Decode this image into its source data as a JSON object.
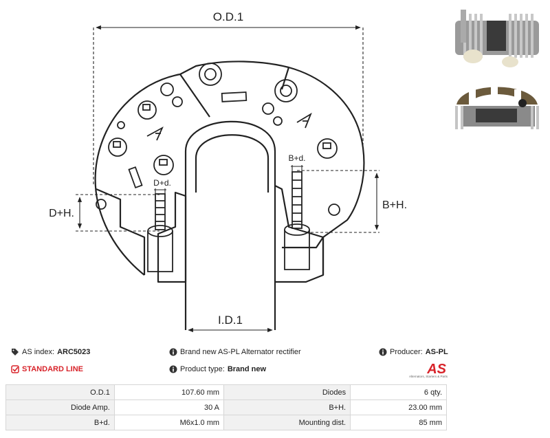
{
  "drawing": {
    "od_label": "O.D.1",
    "id_label": "I.D.1",
    "dh_label": "D+H.",
    "bh_label": "B+H.",
    "dd_label": "D+d.",
    "bd_label": "B+d."
  },
  "info": {
    "as_index_label": "AS index:",
    "as_index_value": "ARC5023",
    "line": "STANDARD LINE",
    "description": "Brand new AS-PL Alternator rectifier",
    "product_type_label": "Product type:",
    "product_type_value": "Brand new",
    "producer_label": "Producer:",
    "producer_value": "AS-PL",
    "logo_text": "AS",
    "logo_tagline": "Alternators, Starters & Parts"
  },
  "colors": {
    "accent": "#d8232a",
    "label_bg": "#f1f1f1",
    "border": "#d6d6d6"
  },
  "specs": [
    {
      "label": "O.D.1",
      "value": "107.60 mm",
      "label2": "Diodes",
      "value2": "6 qty."
    },
    {
      "label": "Diode Amp.",
      "value": "30 A",
      "label2": "B+H.",
      "value2": "23.00 mm"
    },
    {
      "label": "B+d.",
      "value": "M6x1.0 mm",
      "label2": "Mounting dist.",
      "value2": "85 mm"
    }
  ]
}
